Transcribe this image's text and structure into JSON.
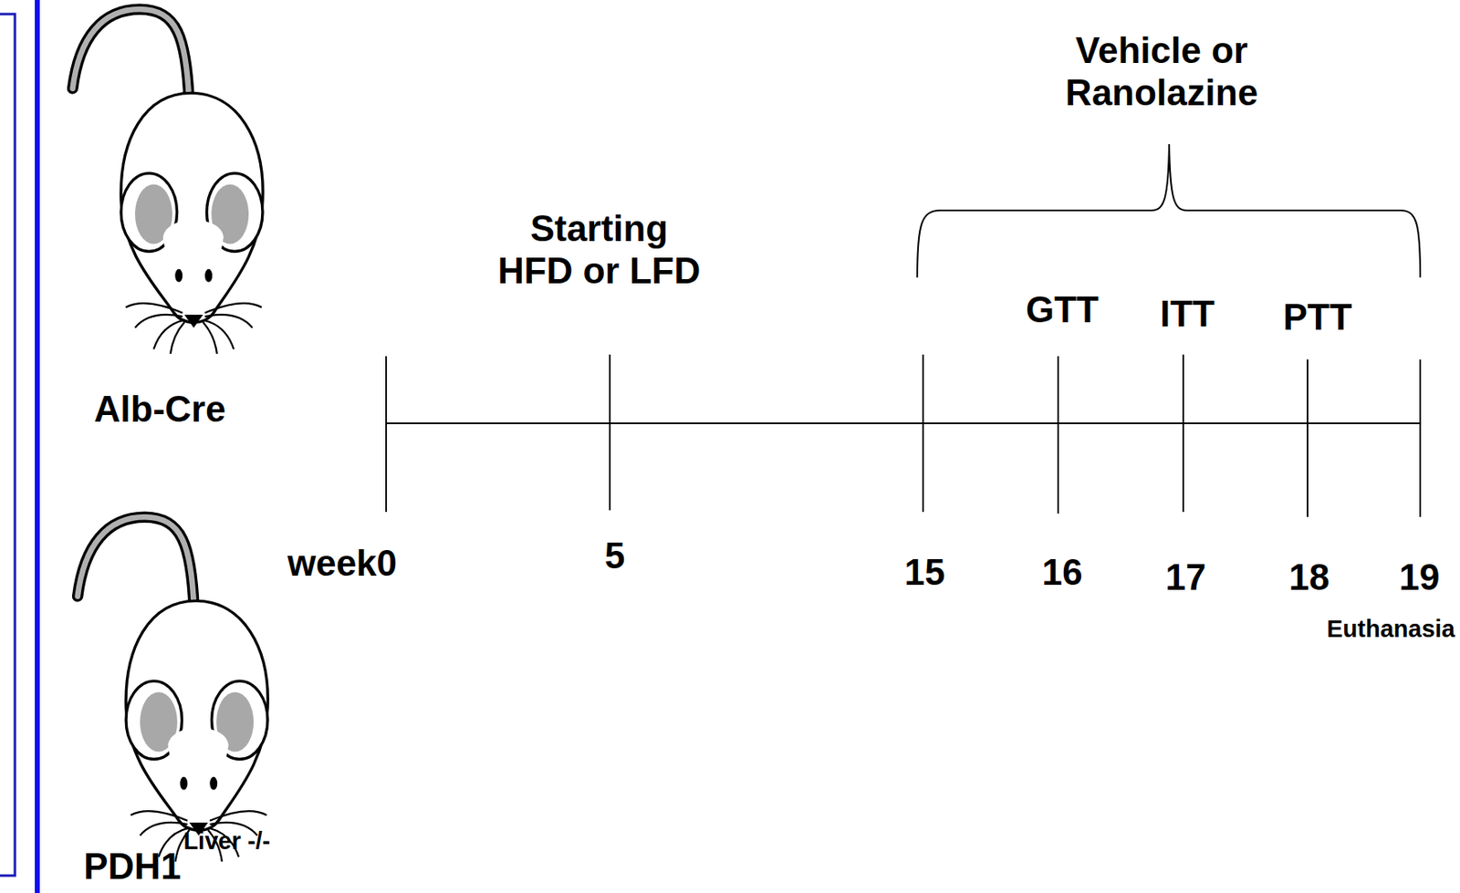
{
  "diagram": {
    "labels": [
      "Vehicle or Ranolazine",
      "Starting HFD or LFD",
      "GTT",
      "ITT",
      "PTT",
      "Alb-Cre",
      "week0",
      "5",
      "15",
      "16",
      "17",
      "18",
      "19",
      "Euthanasia",
      "PDH1",
      "Liver -/-"
    ]
  }
}
